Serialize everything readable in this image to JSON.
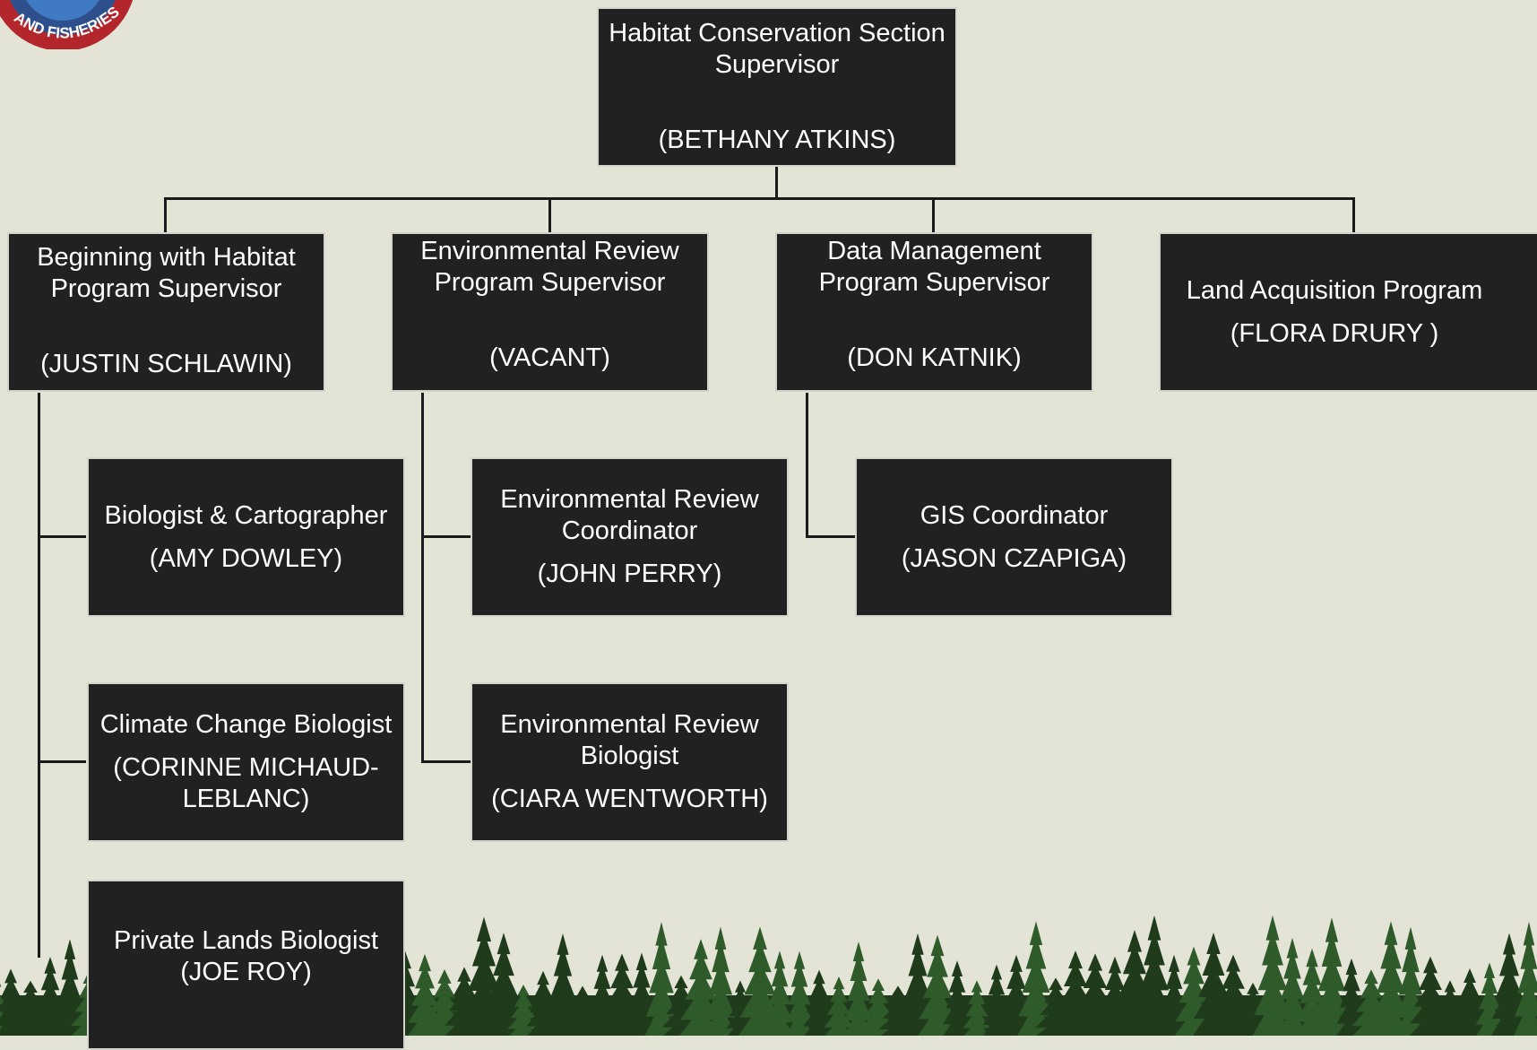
{
  "colors": {
    "background": "#e3e3d6",
    "box": "#212121",
    "box_text": "#ffffff",
    "connector": "#1a1a1a",
    "tree_dark": "#1f3b1c",
    "tree_light": "#2f5a2a"
  },
  "emblem": {
    "icon": "agency-seal-icon",
    "text": "AND FISHERIES"
  },
  "top": {
    "title_line1": "Habitat Conservation Section",
    "title_line2": "Supervisor",
    "name": "(BETHANY ATKINS)"
  },
  "programs": [
    {
      "title_line1": "Beginning with Habitat",
      "title_line2": "Program Supervisor",
      "name": "(JUSTIN SCHLAWIN)"
    },
    {
      "title_line1": "Environmental Review",
      "title_line2": "Program Supervisor",
      "name": "(VACANT)"
    },
    {
      "title_line1": "Data Management",
      "title_line2": "Program  Supervisor",
      "name": "(DON KATNIK)"
    },
    {
      "title_line1": "Land Acquisition Program",
      "name": "(FLORA DRURY )"
    }
  ],
  "staff": {
    "bwh_1": {
      "title": "Biologist & Cartographer",
      "name": "(AMY DOWLEY)"
    },
    "bwh_2": {
      "title": "Climate Change Biologist",
      "name_line1": "(CORINNE MICHAUD-",
      "name_line2": "LEBLANC)"
    },
    "bwh_3": {
      "title": "Private Lands Biologist",
      "name": "(JOE ROY)"
    },
    "er_1": {
      "title_line1": "Environmental Review",
      "title_line2": "Coordinator",
      "name": "(JOHN PERRY)"
    },
    "er_2": {
      "title_line1": "Environmental Review",
      "title_line2": "Biologist",
      "name": "(CIARA WENTWORTH)"
    },
    "dm_1": {
      "title": "GIS Coordinator",
      "name": "(JASON CZAPIGA)"
    }
  }
}
